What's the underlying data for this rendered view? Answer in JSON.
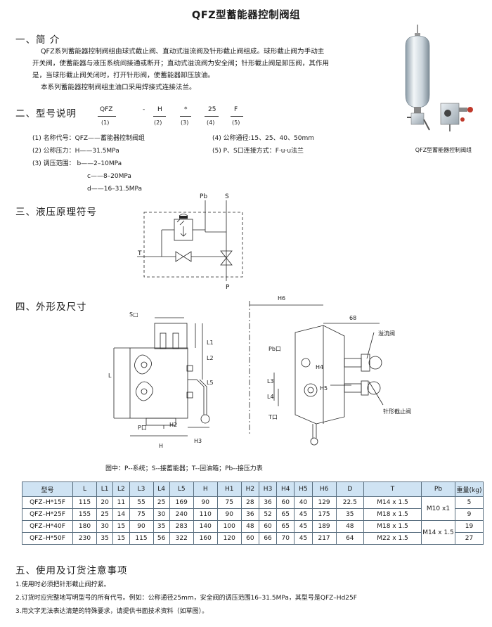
{
  "title": "QFZ型蓄能器控制阀组",
  "section1": {
    "heading": "一、简  介",
    "para1_line1": "QFZ系列蓄能器控制阀组由球式截止阀、直动式溢流阀及针形截止阀组成。球形截止阀为手动主",
    "para1_line2": "开关阀，使蓄能器与液压系统间接通或断开；直动式溢流阀为安全阀；针形截止阀是卸压阀，其作用",
    "para1_line3": "是，当球形截止阀关闭时，打开针形阀，使蓄能器卸压放油。",
    "para2": "本系列蓄能器控制阀组主油口采用焊接式连接法兰。"
  },
  "product_caption": "QFZ型蓄能器控制阀组",
  "section2": {
    "heading": "二、型号说明",
    "code_parts": [
      "QFZ",
      "-",
      "H",
      "*",
      "25",
      "F"
    ],
    "code_indices": [
      "(1)",
      "(2)",
      "(3)",
      "(4)",
      "(5)"
    ],
    "items_left": [
      "(1) 名称代号：QFZ——蓄能器控制阀组",
      "(2) 公称压力：H——31.5MPa",
      "(3) 调压范围：  b——2–10MPa",
      "c——8–20MPa",
      "d——16–31.5MPa"
    ],
    "items_right": [
      "(4) 公称通径:15、25、40、50mm",
      "(5) P、S口连接方式：F·u·u法兰"
    ]
  },
  "section3": {
    "heading": "三、液压原理符号",
    "labels": {
      "pb": "Pb",
      "s": "S",
      "t": "T",
      "p": "P"
    }
  },
  "section4": {
    "heading": "四、外形及尺寸",
    "left_dims": [
      "S□",
      "L1",
      "L2",
      "L",
      "L5",
      "P口",
      "H2",
      "H3",
      "H"
    ],
    "right_dims": [
      "H6",
      "68",
      "溢流阀",
      "Pb口",
      "H4",
      "L3",
      "L4",
      "H5",
      "T口",
      "针形截止阀"
    ],
    "caption": "图中：P--系统；S--接蓄能器；T--回油箱；Pb--接压力表"
  },
  "table": {
    "headers": [
      "型号",
      "L",
      "L1",
      "L2",
      "L3",
      "L4",
      "L5",
      "H",
      "H1",
      "H2",
      "H3",
      "H4",
      "H5",
      "H6",
      "D",
      "T",
      "Pb",
      "重量(kg)"
    ],
    "rows": [
      [
        "QFZ–H*15F",
        "115",
        "20",
        "11",
        "55",
        "25",
        "169",
        "90",
        "75",
        "28",
        "36",
        "60",
        "40",
        "129",
        "22.5",
        "M14 x 1.5",
        "5"
      ],
      [
        "QFZ–H*25F",
        "155",
        "25",
        "14",
        "75",
        "30",
        "240",
        "110",
        "90",
        "36",
        "52",
        "65",
        "45",
        "175",
        "35",
        "M18 x 1.5",
        "9"
      ],
      [
        "QFZ–H*40F",
        "180",
        "30",
        "15",
        "90",
        "35",
        "283",
        "140",
        "100",
        "48",
        "60",
        "65",
        "45",
        "189",
        "48",
        "M18 x 1.5",
        "19"
      ],
      [
        "QFZ–H*50F",
        "230",
        "35",
        "15",
        "115",
        "56",
        "322",
        "160",
        "120",
        "60",
        "66",
        "70",
        "45",
        "217",
        "64",
        "M22 x 1.5",
        "27"
      ]
    ],
    "pb_merged": [
      "M10 x1",
      "M14 x 1.5"
    ]
  },
  "section5": {
    "heading": "五、使用及订货注意事项",
    "notes": [
      "1.使用时必须把针形截止阀拧紧。",
      "2.订货时应完整地写明型号的所有代号。例如：公称通径25mm，安全阀的调压范围16–31.5MPa，其型号是QFZ–Hd25F",
      "3.用文字无法表达清楚的特殊要求，请提供书面技术资料（如草图）。"
    ]
  }
}
